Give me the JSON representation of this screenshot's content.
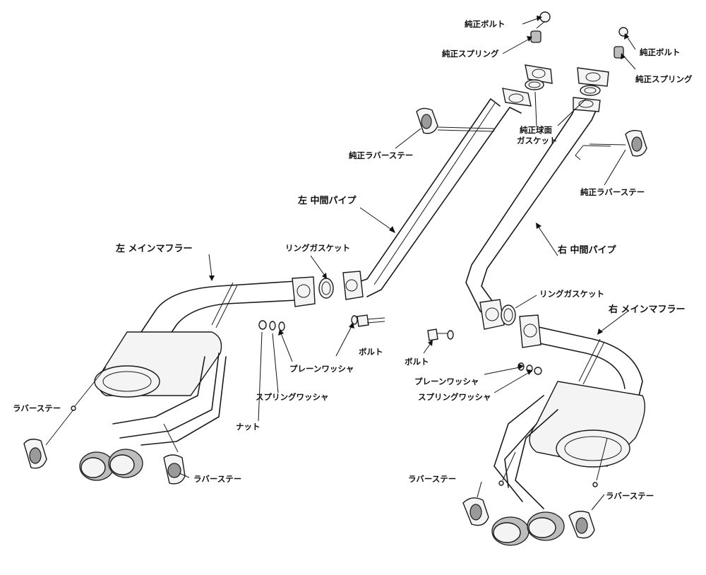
{
  "labels": {
    "genuine_bolt_l": "純正ボルト",
    "genuine_spring_l": "純正スプリング",
    "genuine_bolt_r": "純正ボルト",
    "genuine_spring_r": "純正スプリング",
    "spherical_gasket": [
      "純正球面",
      "ガスケット"
    ],
    "genuine_rubber_stay_l": "純正ラバーステー",
    "genuine_rubber_stay_r": "純正ラバーステー",
    "left_mid_pipe": "左 中間パイプ",
    "right_mid_pipe": "右 中間パイプ",
    "left_main_muffler": "左 メインマフラー",
    "right_main_muffler": "右 メインマフラー",
    "ring_gasket_l": "リングガスケット",
    "ring_gasket_r": "リングガスケット",
    "bolt_l": "ボルト",
    "bolt_r": "ボルト",
    "plain_washer_l": "プレーンワッシャ",
    "plain_washer_r": "プレーンワッシャ",
    "spring_washer_l": "スプリングワッシャ",
    "spring_washer_r": "スプリングワッシャ",
    "nut": "ナット",
    "rubber_stay_1": "ラバーステー",
    "rubber_stay_2": "ラバーステー",
    "rubber_stay_3": "ラバーステー",
    "rubber_stay_4": "ラバーステー"
  }
}
